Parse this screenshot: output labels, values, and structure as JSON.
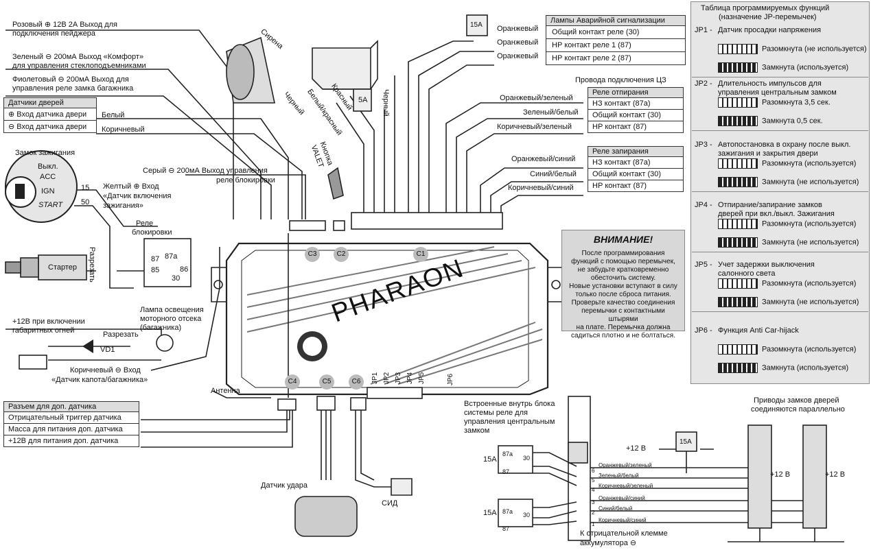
{
  "top_left": {
    "pink_line1": "Розовый ⊕ 12В 2А Выход для",
    "pink_line2": "подключения пейджера",
    "green_line1": "Зеленый ⊖ 200мА  Выход «Комфорт»",
    "green_line2": "для управления стеклоподъемниками",
    "violet_line1": "Фиолетовый ⊖ 200мА Выход для",
    "violet_line2": "управления реле замка багажника"
  },
  "door_sensors": {
    "title": "Датчики дверей",
    "rows": [
      "⊕ Вход датчика двери",
      "⊖ Вход датчика двери"
    ],
    "wires": [
      "Белый",
      "Коричневый"
    ]
  },
  "ignition": {
    "title": "Замок зажигания",
    "positions": [
      "Выкл.",
      "ACC",
      "IGN",
      "START"
    ],
    "pin15": "15",
    "pin50": "50",
    "yellow1": "Желтый ⊕ Вход",
    "yellow2": "«Датчик включения",
    "yellow3": "зажигания»",
    "grey1": "Серый ⊖ 200мА Выход управления",
    "grey2": "реле блокировки"
  },
  "relay": {
    "title1": "Реле",
    "title2": "блокировки",
    "cut": "Разрезать",
    "starter": "Стартер",
    "pins": [
      "87a",
      "87",
      "86",
      "85",
      "30"
    ]
  },
  "lamp": {
    "l1": "+12В при включении",
    "l2": "габаритных огней",
    "lamp1": "Лампа освещения",
    "lamp2": "моторного отсека",
    "lamp3": "(багажника)",
    "cut": "Разрезать",
    "diode": "VD1",
    "brown1": "Коричневый ⊖ Вход",
    "brown2": "«Датчик капота/багажника»"
  },
  "aux": {
    "antenna": "Антенна",
    "title": "Разъем для доп. датчика",
    "rows": [
      "Отрицательный триггер датчика",
      "Масса для питания доп. датчика",
      "+12В для питания доп. датчика"
    ],
    "shock": "Датчик удара",
    "led": "СИД"
  },
  "center": {
    "siren": "Сирена",
    "black": "Черный",
    "red": "Красный",
    "white_red": "Белый/красный",
    "fuse5": "5A",
    "black2": "Черный",
    "valet1": "Кнопка",
    "valet2": "VALET",
    "brand": "PHARAON",
    "connectors": [
      "C3",
      "C2",
      "C1",
      "C4",
      "C5",
      "C6"
    ],
    "jp_labels": [
      "JP1",
      "JP2",
      "JP3",
      "JP4",
      "JP5",
      "JP6"
    ]
  },
  "hazard": {
    "fuse": "15А",
    "wire": "Оранжевый",
    "title": "Лампы Аварийной сигнализации",
    "rows": [
      "Общий контакт реле (30)",
      "НР контакт реле 1 (87)",
      "НР контакт реле 2 (87)"
    ]
  },
  "cl": {
    "title": "Провода подключения ЦЗ",
    "unlock_title": "Реле отпирания",
    "unlock_wires": [
      "Оранжевый/зеленый",
      "Зеленый/белый",
      "Коричневый/зеленый"
    ],
    "lock_title": "Реле запирания",
    "lock_wires": [
      "Оранжевый/синий",
      "Синий/белый",
      "Коричневый/синий"
    ],
    "rows": [
      "НЗ контакт (87а)",
      "Общий контакт (30)",
      "НР контакт (87)"
    ]
  },
  "warning": {
    "title": "ВНИМАНИЕ!",
    "lines": [
      "После  программирования",
      "функций с помощью перемычек,",
      "не забудьте кратковременно",
      "обесточить систему.",
      "Новые установки вступают в силу",
      "только после сброса питания.",
      "Проверьте качество соединения",
      "перемычки с контактными штырями",
      "на плате. Перемычка должна",
      "садиться плотно и не болтаться."
    ]
  },
  "jp_table": {
    "title1": "Таблица программируемых функций",
    "title2": "(назначение JP-перемычек)",
    "items": [
      {
        "name": "JP1 -",
        "desc": "Датчик просадки напряжения",
        "desc2": "",
        "open": "Разомкнута (не используется)",
        "closed": "Замкнута (используется)"
      },
      {
        "name": "JP2 -",
        "desc": "Длительность импульсов для",
        "desc2": "управления центральным замком",
        "open": "Разомкнута 3,5 сек.",
        "closed": "Замкнута 0,5 сек."
      },
      {
        "name": "JP3 -",
        "desc": "Автопостановка в охрану после выкл.",
        "desc2": "зажигания и закрытия двери",
        "open": "Разомкнута (используется)",
        "closed": "Замкнута (не используется)"
      },
      {
        "name": "JP4 -",
        "desc": "Отпирание/запирание замков",
        "desc2": "дверей при вкл./выкл. Зажигания",
        "open": "Разомкнута (используется)",
        "closed": "Замкнута (не используется)"
      },
      {
        "name": "JP5 -",
        "desc": "Учет задержки выключения",
        "desc2": "салонного света",
        "open": "Разомкнута (используется)",
        "closed": "Замкнута (не используется)"
      },
      {
        "name": "JP6 -",
        "desc": "Функция  Anti Car-hijack",
        "desc2": "",
        "open": "Разомкнута (используется)",
        "closed": "Замкнута (используется)"
      }
    ]
  },
  "bottom_right": {
    "inner1": "Встроенные внутрь блока",
    "inner2": "системы реле для",
    "inner3": "управления центральным",
    "inner4": "замком",
    "fuse15a": "15А",
    "r87a": "87а",
    "r30": "30",
    "r87": "87",
    "plus12": "+12 В",
    "fuse": "15А",
    "wires": [
      "Оранжевый/зеленый",
      "Зеленый/белый",
      "Коричневый/зеленый",
      "Оранжевый/синий",
      "Синий/белый",
      "Коричневый/синий"
    ],
    "pins": [
      "6",
      "5",
      "4",
      "3",
      "2",
      "1"
    ],
    "neg1": "К отрицательной клемме",
    "neg2": "аккумулятора ⊖",
    "actuators1": "Приводы замков дверей",
    "actuators2": "соединяются параллельно",
    "act12": "+12 В"
  }
}
